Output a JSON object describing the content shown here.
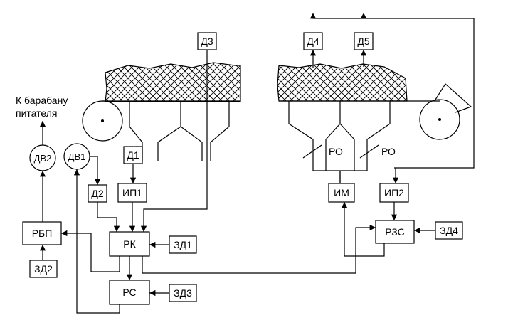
{
  "caption": {
    "line1": "К барабану",
    "line2": "питателя"
  },
  "blocks": {
    "d1": "Д1",
    "d2": "Д2",
    "d3": "Д3",
    "d4": "Д4",
    "d5": "Д5",
    "ip1": "ИП1",
    "ip2": "ИП2",
    "rk": "РК",
    "rs": "РС",
    "rbp": "РБП",
    "zd1": "ЗД1",
    "zd2": "ЗД2",
    "zd3": "ЗД3",
    "zd4": "ЗД4",
    "im": "ИМ",
    "rzs": "РЗС"
  },
  "motors": {
    "dv1": "ДВ1",
    "dv2": "ДВ2"
  },
  "valves": {
    "ro_left": "РО",
    "ro_right": "РО"
  }
}
